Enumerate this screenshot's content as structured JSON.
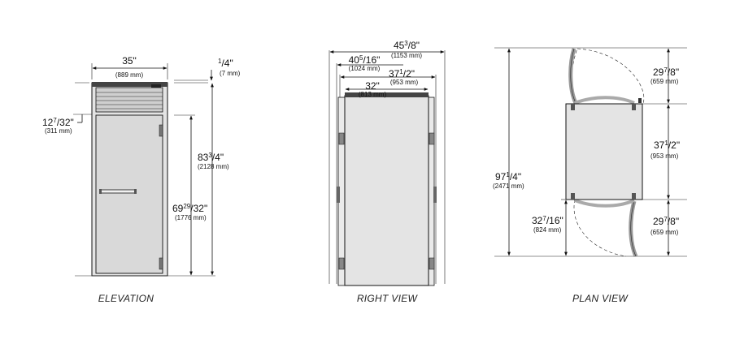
{
  "views": {
    "elevation": {
      "caption": "ELEVATION",
      "dims": {
        "width": {
          "whole": "35",
          "unit": "\"",
          "mm": "(889 mm)"
        },
        "top_gap": {
          "num": "1",
          "den": "4",
          "unit": "\"",
          "mm": "(7 mm)"
        },
        "top_section": {
          "whole": "12",
          "num": "7",
          "den": "32",
          "unit": "\"",
          "mm": "(311 mm)"
        },
        "overall": {
          "whole": "83",
          "num": "3",
          "den": "4",
          "unit": "\"",
          "mm": "(2128 mm)"
        },
        "door_height": {
          "whole": "69",
          "num": "29",
          "den": "32",
          "unit": "\"",
          "mm": "(1776 mm)"
        }
      }
    },
    "right_view": {
      "caption": "RIGHT VIEW",
      "dims": {
        "overall": {
          "whole": "45",
          "num": "3",
          "den": "8",
          "unit": "\"",
          "mm": "(1153 mm)"
        },
        "outer": {
          "whole": "40",
          "num": "5",
          "den": "16",
          "unit": "\"",
          "mm": "(1024 mm)"
        },
        "mid": {
          "whole": "37",
          "num": "1",
          "den": "2",
          "unit": "\"",
          "mm": "(953 mm)"
        },
        "cabinet": {
          "whole": "32",
          "unit": "\"",
          "mm": "(813 mm)"
        }
      }
    },
    "plan_view": {
      "caption": "PLAN VIEW",
      "dims": {
        "overall": {
          "whole": "97",
          "num": "1",
          "den": "4",
          "unit": "\"",
          "mm": "(2471 mm)"
        },
        "front_swing": {
          "whole": "32",
          "num": "7",
          "den": "16",
          "unit": "\"",
          "mm": "(824 mm)"
        },
        "top_clear": {
          "whole": "29",
          "num": "7",
          "den": "8",
          "unit": "\"",
          "mm": "(659 mm)"
        },
        "depth": {
          "whole": "37",
          "num": "1",
          "den": "2",
          "unit": "\"",
          "mm": "(953 mm)"
        },
        "bottom_clear": {
          "whole": "29",
          "num": "7",
          "den": "8",
          "unit": "\"",
          "mm": "(659 mm)"
        }
      }
    }
  }
}
